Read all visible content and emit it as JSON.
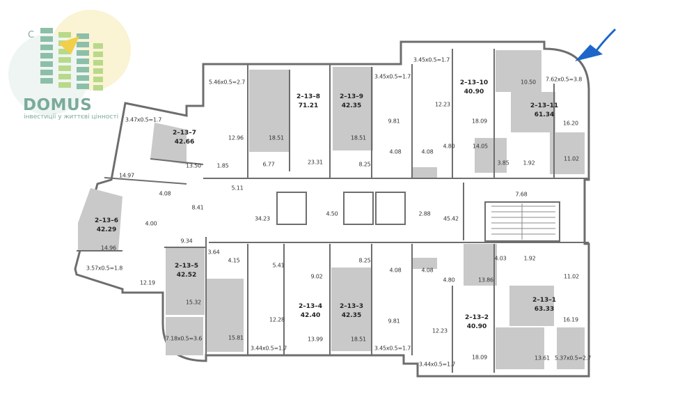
{
  "brand": {
    "name": "DOMUS",
    "slogan": "інвестиції у життєві цінності",
    "mark": "C",
    "colors": {
      "teal": "#7aab99",
      "yellow": "#f2cf4a",
      "green": "#9cc56a"
    }
  },
  "apartments": [
    {
      "id": "2–13–7",
      "area": "42.66"
    },
    {
      "id": "2–13–8",
      "area": "71.21"
    },
    {
      "id": "2–13–9",
      "area": "42.35"
    },
    {
      "id": "2–13–10",
      "area": "40.90"
    },
    {
      "id": "2–13–11",
      "area": "61.34"
    },
    {
      "id": "2–13–6",
      "area": "42.29"
    },
    {
      "id": "2–13–5",
      "area": "42.52"
    },
    {
      "id": "2–13–4",
      "area": "42.40"
    },
    {
      "id": "2–13–3",
      "area": "42.35"
    },
    {
      "id": "2–13–2",
      "area": "40.90"
    },
    {
      "id": "2–13–1",
      "area": "63.33"
    }
  ],
  "balconies": [
    "5.46x0.5=2.7",
    "3.47x0.5=1.7",
    "3.45x0.5=1.7",
    "3.45x0.5=1.7",
    "7.62x0.5=3.8",
    "3.57x0.5=1.8",
    "7.18x0.5=3.6",
    "3.44x0.5=1.7",
    "3.45x0.5=1.7",
    "3.44x0.5=1.7",
    "5.37x0.5=2.7"
  ],
  "rooms": [
    "12.96",
    "18.51",
    "23.31",
    "18.51",
    "9.81",
    "12.23",
    "18.09",
    "10.50",
    "16.20",
    "14.05",
    "11.02",
    "3.85",
    "1.92",
    "13.50",
    "14.97",
    "4.08",
    "8.41",
    "6.77",
    "1.85",
    "5.11",
    "8.25",
    "4.08",
    "4.08",
    "4.80",
    "7.68",
    "34.23",
    "4.50",
    "2.88",
    "45.42",
    "4.00",
    "14.96",
    "9.34",
    "12.19",
    "3.64",
    "4.15",
    "5.41",
    "9.02",
    "8.25",
    "4.08",
    "4.08",
    "4.80",
    "4.03",
    "1.92",
    "11.02",
    "13.86",
    "16.19",
    "15.32",
    "12.28",
    "13.99",
    "18.51",
    "9.81",
    "12.23",
    "18.09",
    "13.61",
    "15.81"
  ],
  "accent": "#1c66c9"
}
